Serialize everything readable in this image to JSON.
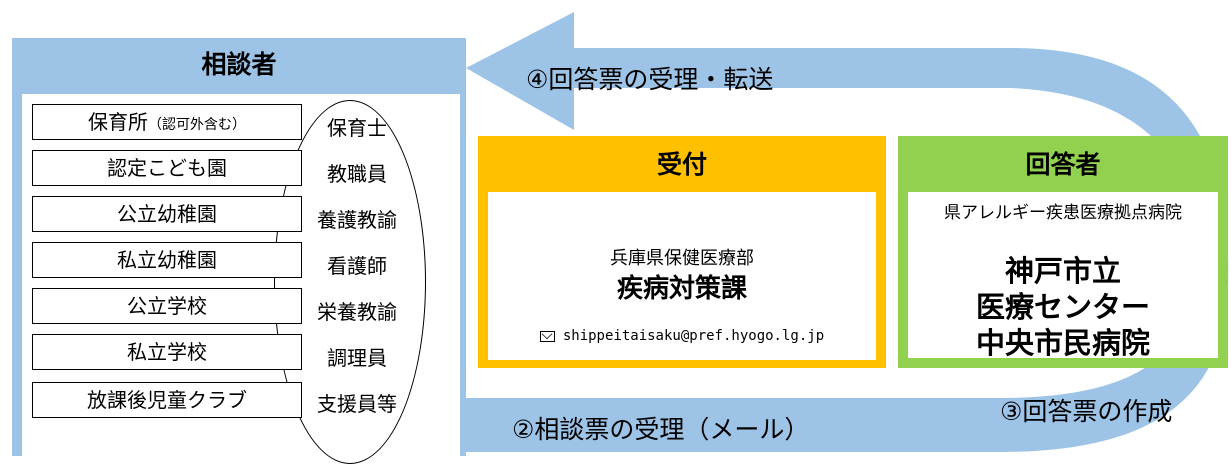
{
  "consultant": {
    "title": "相談者",
    "institutions": [
      {
        "name": "保育所",
        "note": "（認可外含む）"
      },
      {
        "name": "認定こども園",
        "note": ""
      },
      {
        "name": "公立幼稚園",
        "note": ""
      },
      {
        "name": "私立幼稚園",
        "note": ""
      },
      {
        "name": "公立学校",
        "note": ""
      },
      {
        "name": "私立学校",
        "note": ""
      },
      {
        "name": "放課後児童クラブ",
        "note": ""
      }
    ],
    "staff": [
      "保育士",
      "教職員",
      "養護教諭",
      "看護師",
      "栄養教諭",
      "調理員",
      "支援員等"
    ]
  },
  "reception": {
    "title": "受付",
    "department": "兵庫県保健医療部",
    "division": "疾病対策課",
    "email": "shippeitaisaku@pref.hyogo.lg.jp"
  },
  "responder": {
    "title": "回答者",
    "subtitle": "県アレルギー疾患医療拠点病院",
    "hospital_lines": [
      "神戸市立",
      "医療センター",
      "中央市民病院"
    ]
  },
  "steps": {
    "step2": "②相談票の受理（メール）",
    "step3": "③回答票の作成",
    "step4": "④回答票の受理・転送"
  },
  "colors": {
    "consultant": "#9dc3e6",
    "reception": "#ffc000",
    "responder": "#92d050",
    "flow_arrow": "#9dc3e6"
  }
}
